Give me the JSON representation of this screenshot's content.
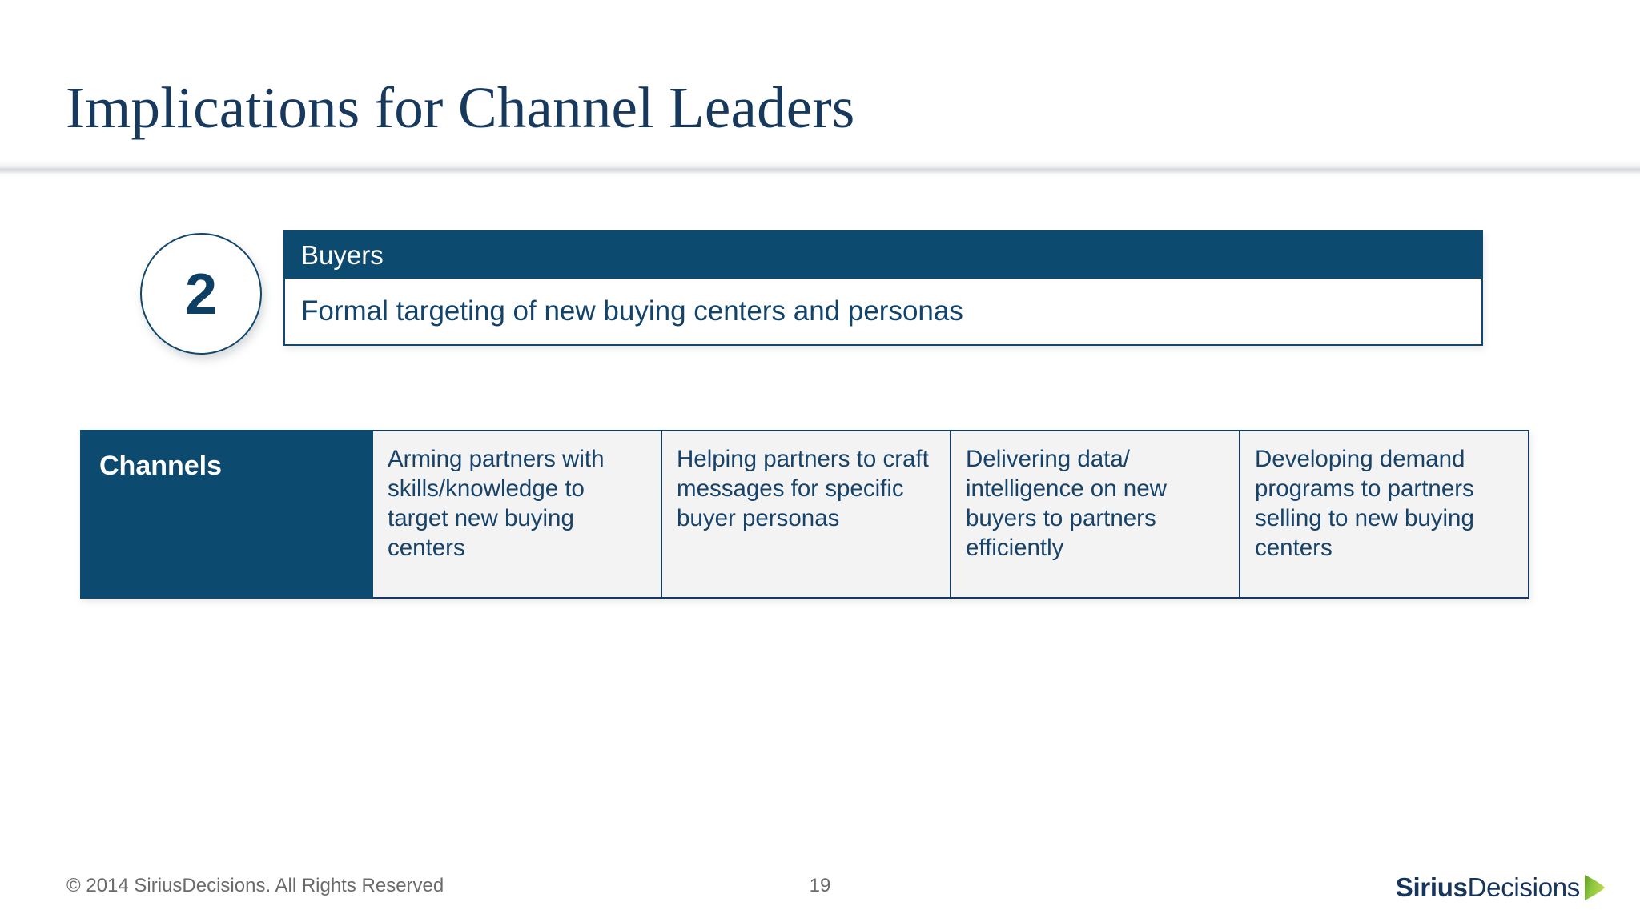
{
  "slide": {
    "title": "Implications for Channel Leaders",
    "badge_number": "2"
  },
  "buyers_panel": {
    "header": "Buyers",
    "body": "Formal targeting of new buying centers and personas"
  },
  "channels_table": {
    "row_header": "Channels",
    "cells": [
      "Arming partners with skills/knowledge to target new buying centers",
      "Helping partners to craft messages for specific buyer personas",
      "Delivering data/ intelligence on new buyers to partners efficiently",
      "Developing demand programs to partners selling to new buying centers"
    ]
  },
  "footer": {
    "copyright": "© 2014 SiriusDecisions. All Rights Reserved",
    "page_number": "19",
    "logo_bold": "Sirius",
    "logo_regular": "Decisions"
  },
  "colors": {
    "navy_dark": "#0d4a70",
    "navy_text": "#17395e",
    "navy_body_text": "#12436a",
    "cell_bg": "#f3f3f3",
    "footer_gray": "#6b6b6b",
    "logo_green_light": "#9ccb3b",
    "logo_green_dark": "#6aa823"
  }
}
